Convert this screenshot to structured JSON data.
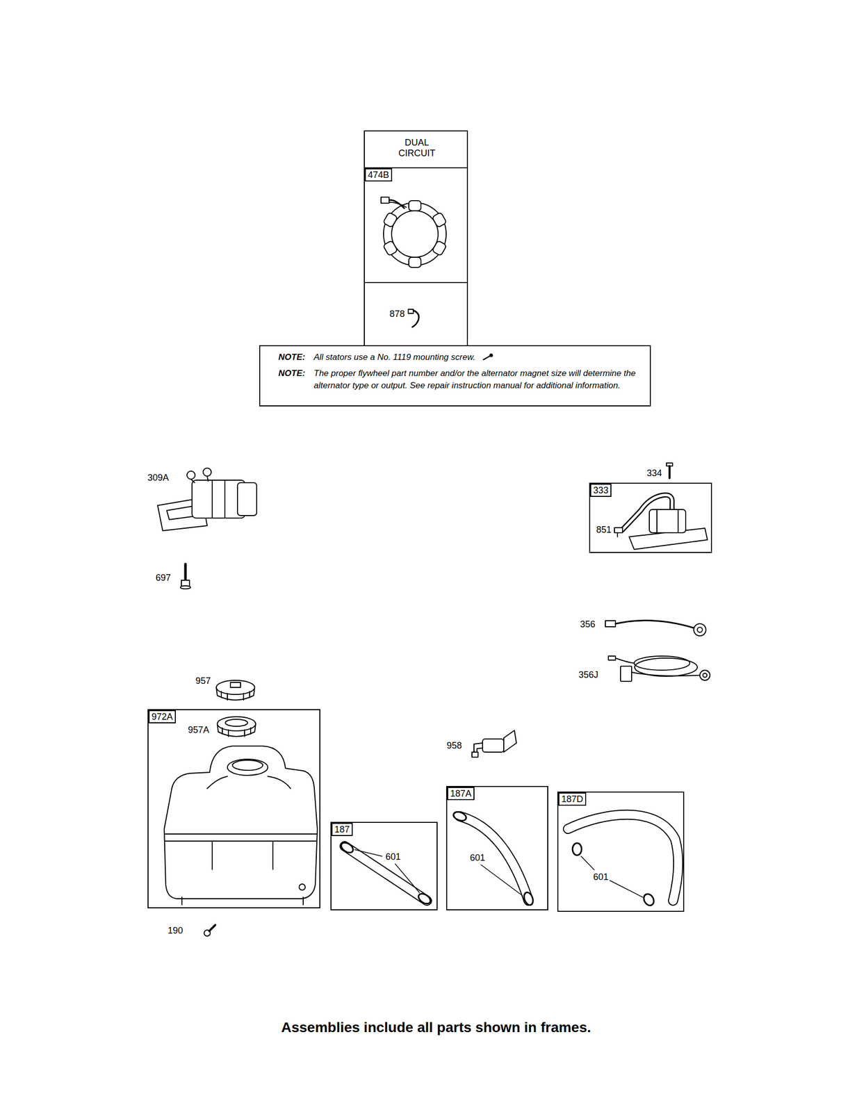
{
  "diagram": {
    "caption": "Assemblies include all parts shown in frames.",
    "nodes": [
      {
        "text": [
          "DUAL CIRCUIT"
        ]
      },
      {
        "text": [
          "474B"
        ],
        "in": 0
      },
      {
        "text": [
          "878"
        ],
        "in": 0
      },
      {
        "text": [
          "NOTE:",
          "All stators use a No. 1119 mounting screw.",
          "NOTE:",
          "The proper flywheel part number and/or the alternator magnet size will determine the alternator type or output. See repair instruction manual for additional information."
        ]
      },
      {
        "text": [
          "333",
          "851"
        ]
      },
      {
        "text": [
          "972A",
          "957A"
        ]
      },
      {
        "text": [
          "187",
          "601"
        ]
      },
      {
        "text": [
          "187A",
          "601"
        ]
      },
      {
        "text": [
          "187D",
          "601"
        ]
      }
    ],
    "labels": [
      "309A",
      "697",
      "334",
      "356",
      "356J",
      "957",
      "958",
      "190"
    ]
  }
}
